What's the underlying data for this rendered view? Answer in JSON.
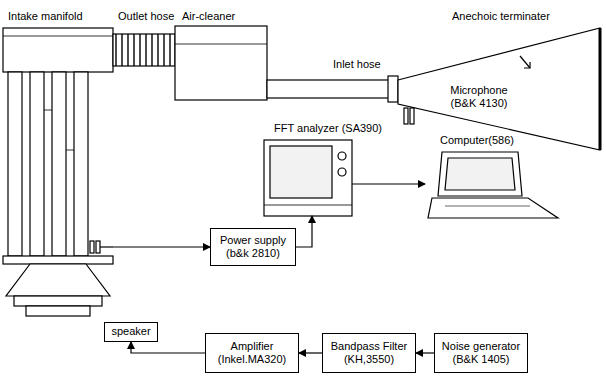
{
  "diagram": {
    "nodes": [
      {
        "text": [
          "Intake manifold"
        ]
      },
      {
        "text": [
          "Outlet hose"
        ]
      },
      {
        "text": [
          "Air-cleaner"
        ]
      },
      {
        "text": [
          "Inlet hose"
        ]
      },
      {
        "text": [
          "Anechoic terminater"
        ]
      },
      {
        "text": [
          "speaker"
        ]
      },
      {
        "text": [
          "Power supply (b&k 2810)"
        ]
      },
      {
        "text": [
          "FFT analyzer (SA390)"
        ]
      },
      {
        "text": [
          "Computer(586)"
        ]
      },
      {
        "text": [
          "Amplifier (Inkel.MA320)"
        ]
      },
      {
        "text": [
          "Bandpass Filter (KH,3550)"
        ]
      },
      {
        "text": [
          "Noise generator (B&K 1405)"
        ]
      }
    ],
    "edges": [
      {
        "from": 0,
        "to": 6,
        "arrow": "to"
      },
      {
        "from": 6,
        "to": 7,
        "arrow": "to"
      },
      {
        "from": 7,
        "to": 8,
        "arrow": "to"
      },
      {
        "from": 11,
        "to": 10,
        "arrow": "to"
      },
      {
        "from": 10,
        "to": 9,
        "arrow": "to"
      },
      {
        "from": 9,
        "to": 5,
        "arrow": "to"
      }
    ],
    "labels": [
      "Microphone (B&K 4130)"
    ]
  }
}
